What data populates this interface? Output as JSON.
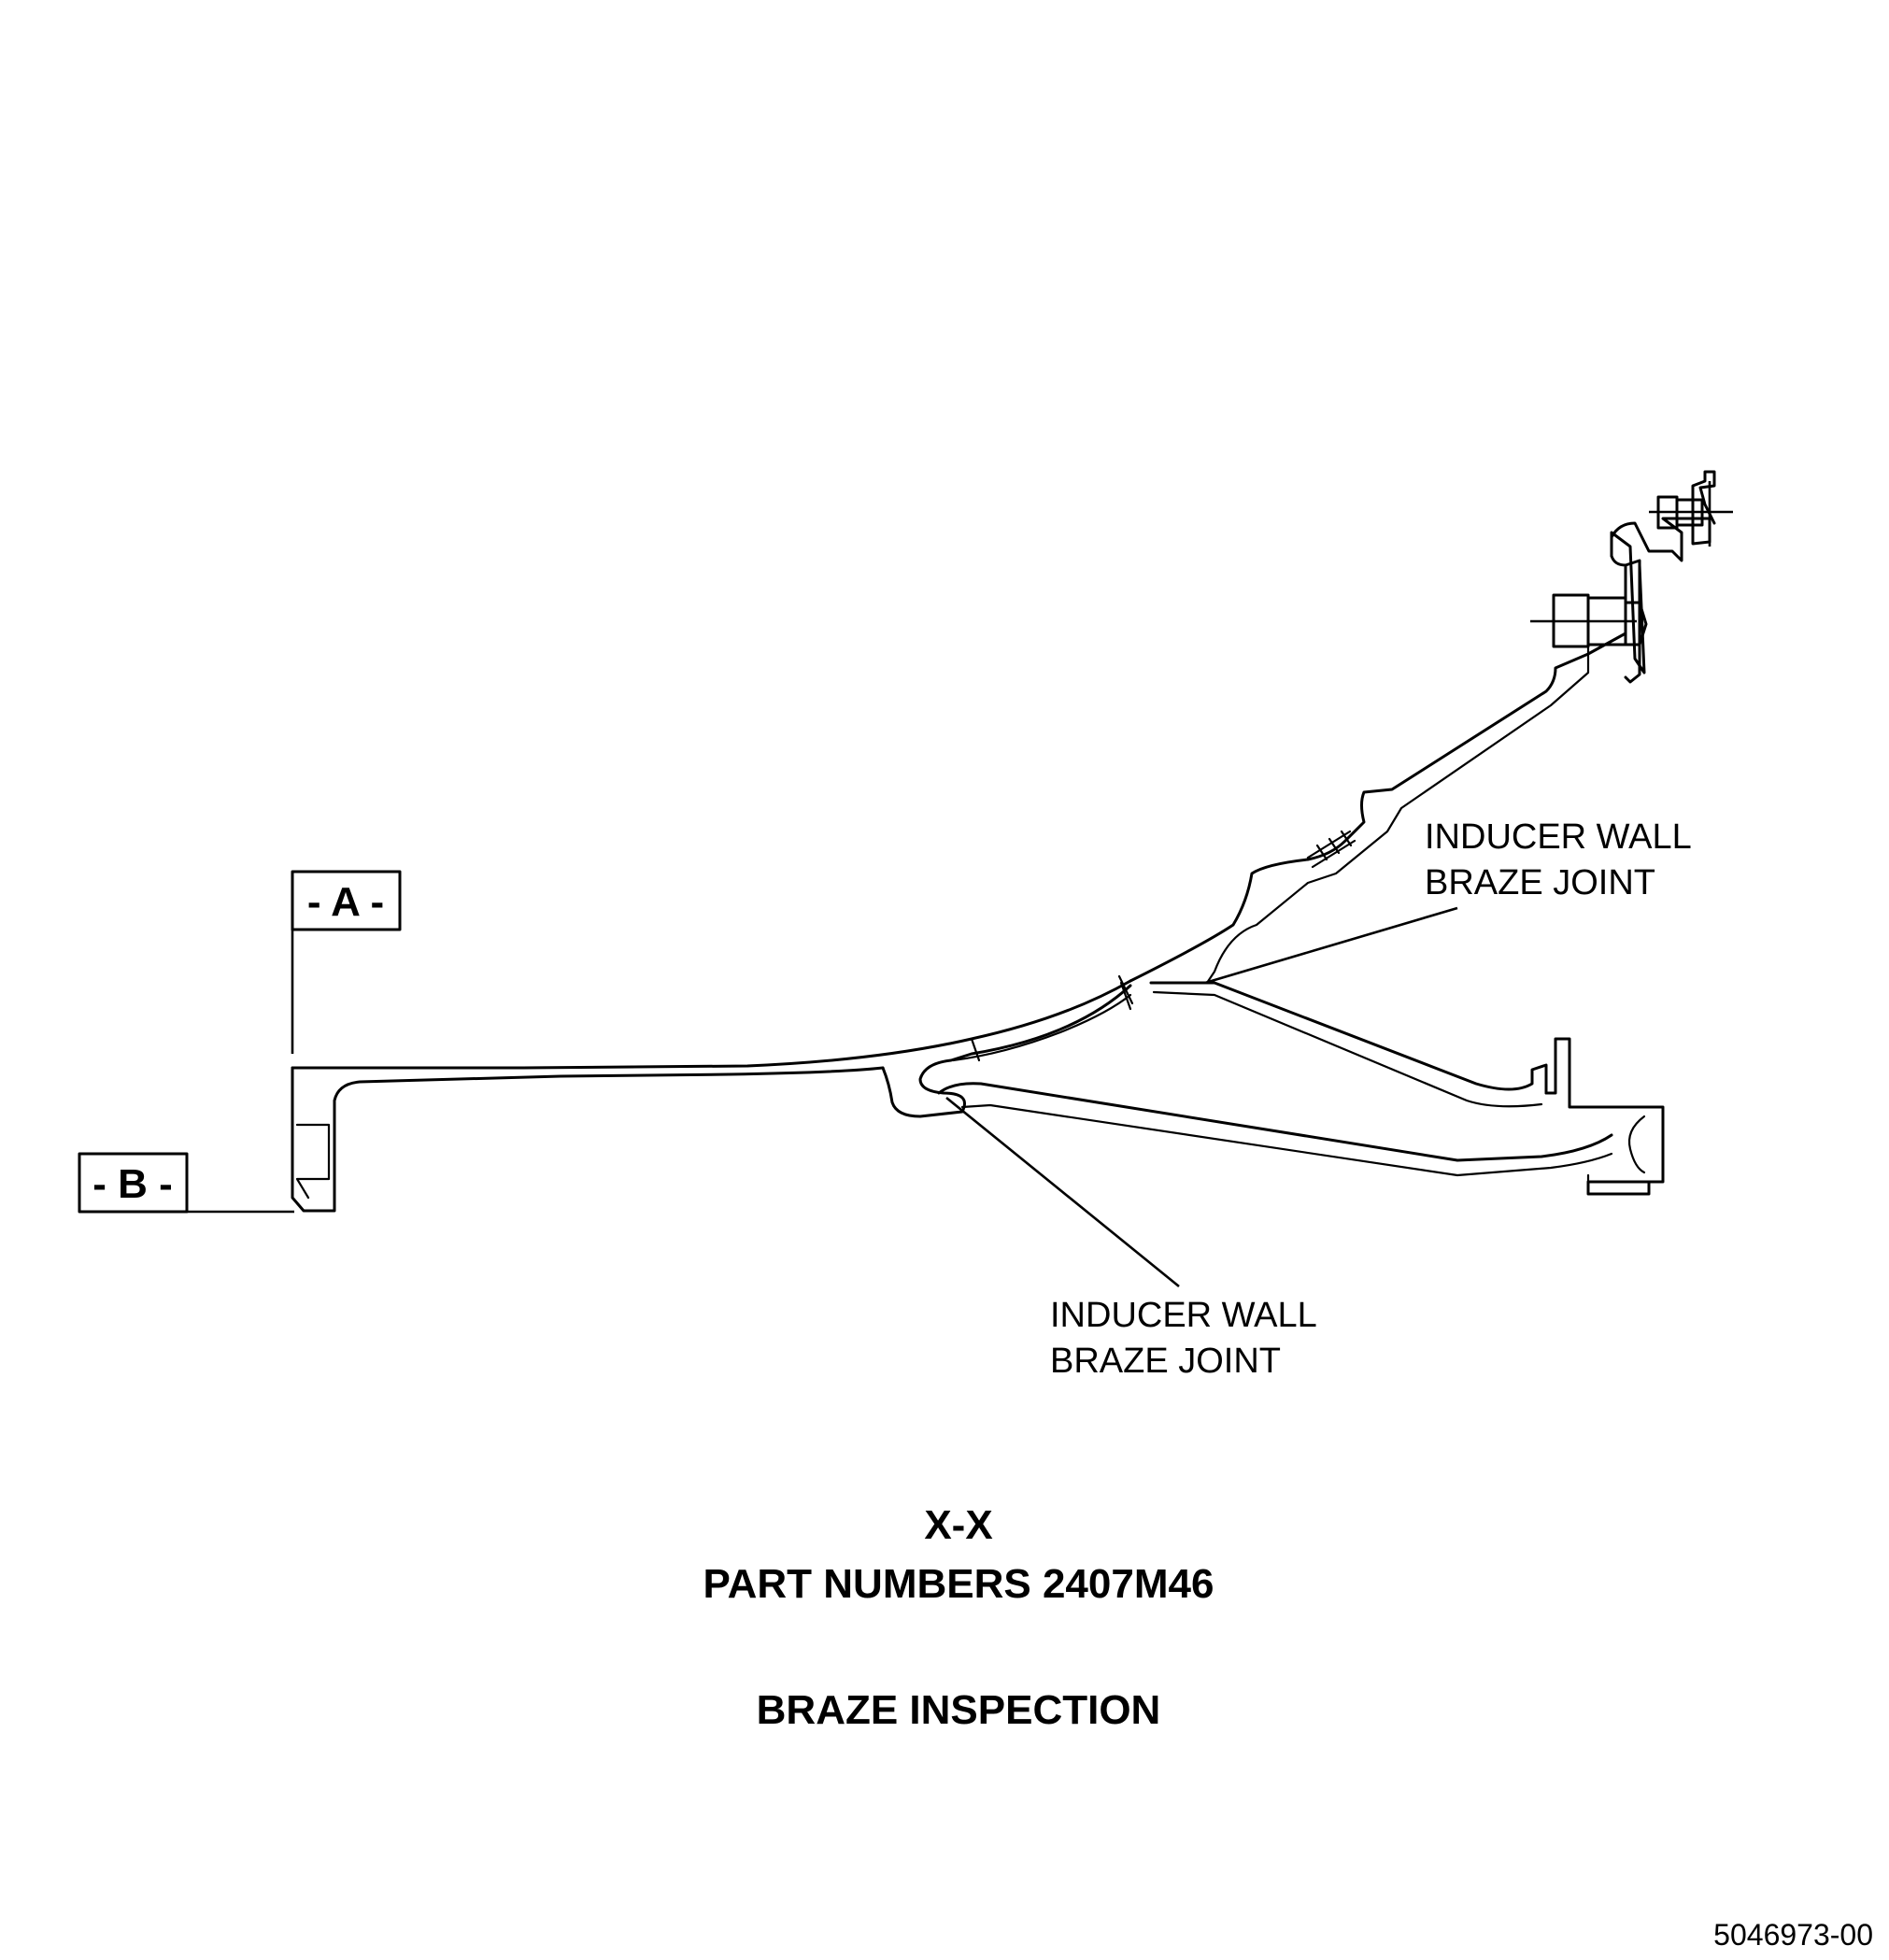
{
  "datums": {
    "a": "- A -",
    "b": "- B -"
  },
  "callouts": {
    "upper_line1": "INDUCER WALL",
    "upper_line2": "BRAZE JOINT",
    "lower_line1": "INDUCER WALL",
    "lower_line2": "BRAZE JOINT"
  },
  "caption": {
    "section": "X-X",
    "part_numbers": "PART NUMBERS 2407M46",
    "title": "BRAZE INSPECTION"
  },
  "figure_number": "5046973-00"
}
